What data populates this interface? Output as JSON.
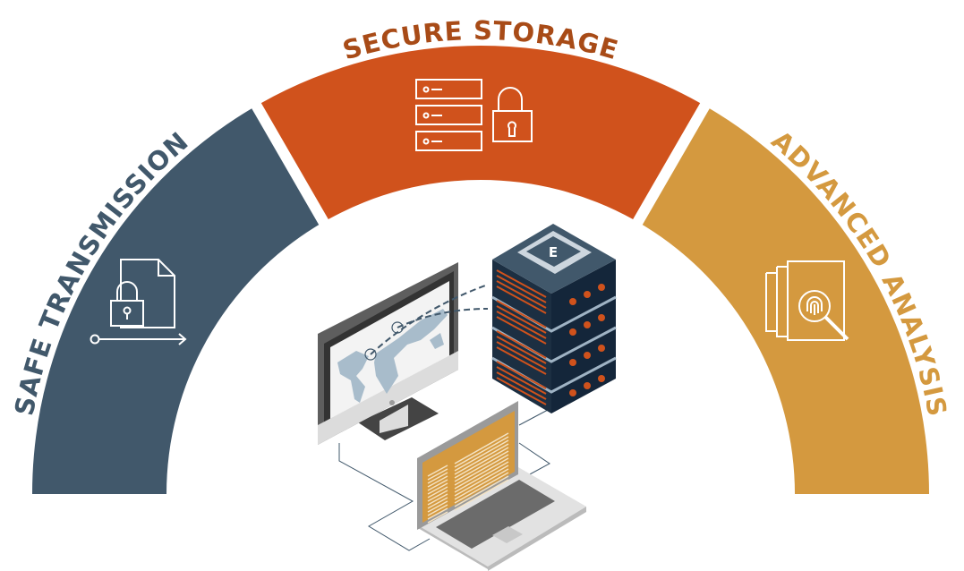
{
  "segments": [
    {
      "label": "SAFE TRANSMISSION",
      "color": "#41586b",
      "text_color": "#41586b",
      "icon": "locked-document-transfer-icon"
    },
    {
      "label": "SECURE STORAGE",
      "color": "#d0521c",
      "text_color": "#a84b17",
      "icon": "server-lock-icon"
    },
    {
      "label": "ADVANCED ANALYSIS",
      "color": "#d4993f",
      "text_color": "#d4993f",
      "icon": "fingerprint-analysis-icon"
    }
  ],
  "illustration": {
    "server_logo": "E",
    "server_color": "#1c2f42",
    "accent": "#d0521c",
    "laptop_screen": "#d4993f"
  }
}
